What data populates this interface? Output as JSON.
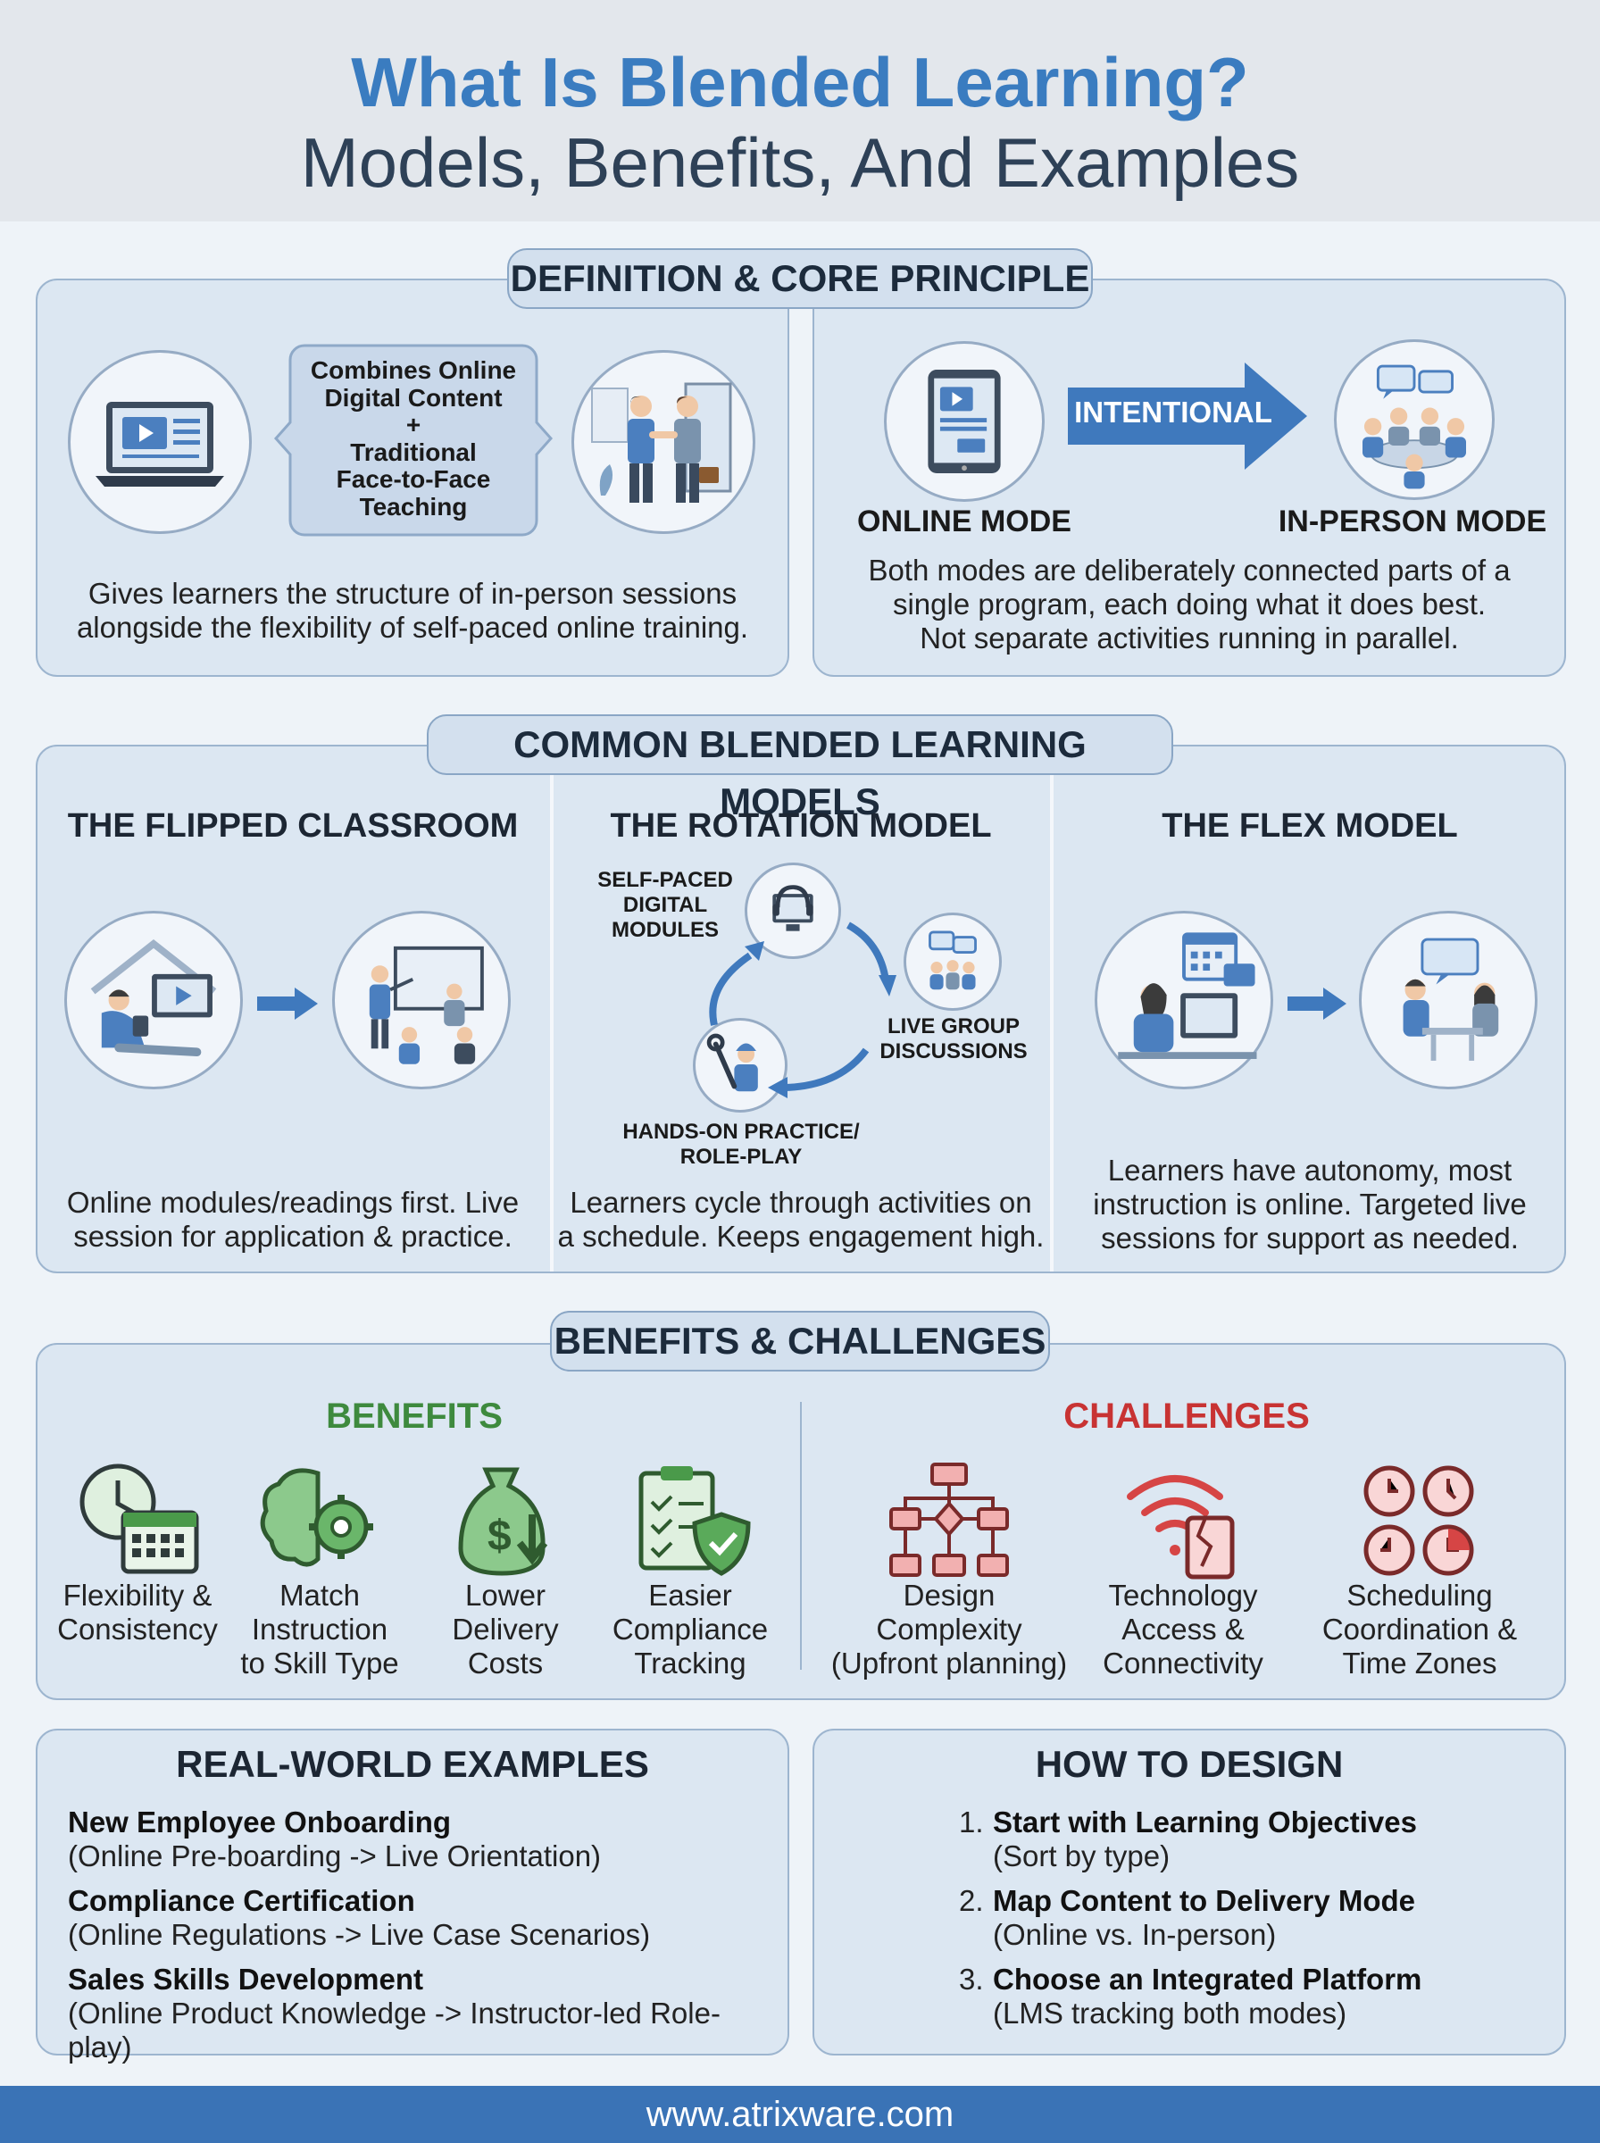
{
  "header": {
    "title_line1": "What Is Blended Learning?",
    "title_line2": "Models, Benefits, And Examples"
  },
  "definition": {
    "section_title": "DEFINITION & CORE PRINCIPLE",
    "callout": [
      "Combines Online",
      "Digital Content",
      "+",
      "Traditional",
      "Face-to-Face",
      "Teaching"
    ],
    "left_caption": [
      "Gives learners the structure of in-person sessions",
      "alongside the flexibility of self-paced online training."
    ],
    "arrow_label": "INTENTIONAL",
    "online_mode_label": "ONLINE MODE",
    "inperson_mode_label": "IN-PERSON MODE",
    "right_caption": [
      "Both modes are deliberately connected parts of a",
      "single program, each doing what it does best.",
      "Not separate activities running in parallel."
    ]
  },
  "models": {
    "section_title": "COMMON BLENDED LEARNING MODELS",
    "flipped": {
      "title": "THE FLIPPED CLASSROOM",
      "caption": [
        "Online modules/readings first. Live",
        "session for application & practice."
      ]
    },
    "rotation": {
      "title": "THE ROTATION MODEL",
      "label_top": [
        "SELF-PACED",
        "DIGITAL",
        "MODULES"
      ],
      "label_right": [
        "LIVE GROUP",
        "DISCUSSIONS"
      ],
      "label_bottom": [
        "HANDS-ON PRACTICE/",
        "ROLE-PLAY"
      ],
      "caption": [
        "Learners cycle through activities on",
        "a schedule. Keeps engagement high."
      ]
    },
    "flex": {
      "title": "THE FLEX MODEL",
      "caption": [
        "Learners have autonomy, most",
        "instruction is online. Targeted live",
        "sessions for support as needed."
      ]
    }
  },
  "benefits_challenges": {
    "section_title": "BENEFITS & CHALLENGES",
    "benefits_heading": "BENEFITS",
    "challenges_heading": "CHALLENGES",
    "benefits": [
      {
        "icon": "clock-calendar-icon",
        "lines": [
          "Flexibility &",
          "Consistency"
        ]
      },
      {
        "icon": "brain-gear-icon",
        "lines": [
          "Match",
          "Instruction",
          "to Skill Type"
        ]
      },
      {
        "icon": "money-bag-icon",
        "lines": [
          "Lower",
          "Delivery",
          "Costs"
        ]
      },
      {
        "icon": "clipboard-shield-icon",
        "lines": [
          "Easier",
          "Compliance",
          "Tracking"
        ]
      }
    ],
    "challenges": [
      {
        "icon": "flowchart-icon",
        "lines": [
          "Design",
          "Complexity",
          "(Upfront planning)"
        ]
      },
      {
        "icon": "broken-wifi-icon",
        "lines": [
          "Technology",
          "Access &",
          "Connectivity"
        ]
      },
      {
        "icon": "clocks-icon",
        "lines": [
          "Scheduling",
          "Coordination &",
          "Time Zones"
        ]
      }
    ],
    "colors": {
      "benefit": "#3e8a3e",
      "challenge": "#c83333"
    }
  },
  "examples": {
    "title": "REAL-WORLD EXAMPLES",
    "items": [
      {
        "name": "New Employee Onboarding",
        "detail": "(Online Pre-boarding -> Live Orientation)"
      },
      {
        "name": "Compliance Certification",
        "detail": "(Online Regulations -> Live Case Scenarios)"
      },
      {
        "name": "Sales Skills Development",
        "detail": "(Online Product Knowledge -> Instructor-led Role-play)"
      }
    ]
  },
  "design": {
    "title": "HOW TO DESIGN",
    "steps": [
      {
        "num": "1.",
        "name": "Start with Learning Objectives",
        "detail": "(Sort by type)"
      },
      {
        "num": "2.",
        "name": "Map Content to Delivery Mode",
        "detail": "(Online vs. In-person)"
      },
      {
        "num": "3.",
        "name": "Choose an Integrated Platform",
        "detail": "(LMS tracking both modes)"
      }
    ]
  },
  "footer": {
    "url": "www.atrixware.com"
  }
}
